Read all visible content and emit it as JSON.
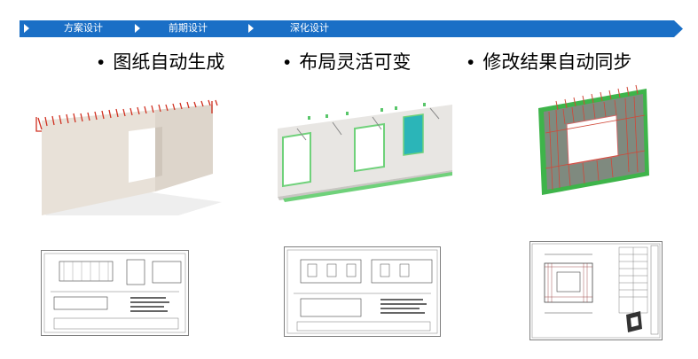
{
  "workflow_bar": {
    "color": "#1a6fc6",
    "steps": [
      {
        "label": "方案设计"
      },
      {
        "label": "前期设计"
      },
      {
        "label": "深化设计"
      }
    ]
  },
  "features": [
    {
      "bullet": "•",
      "label": "图纸自动生成"
    },
    {
      "bullet": "•",
      "label": "布局灵活可变"
    },
    {
      "bullet": "•",
      "label": "修改结果自动同步"
    }
  ],
  "images": [
    {
      "name": "wall-model-auto-drawing",
      "kind": "3d-model"
    },
    {
      "name": "wall-model-flexible-layout",
      "kind": "3d-model"
    },
    {
      "name": "wall-model-rebar-sync",
      "kind": "3d-model"
    },
    {
      "name": "drawing-sheet-1",
      "kind": "cad-drawing"
    },
    {
      "name": "drawing-sheet-2",
      "kind": "cad-drawing"
    },
    {
      "name": "drawing-sheet-3",
      "kind": "cad-drawing"
    }
  ]
}
